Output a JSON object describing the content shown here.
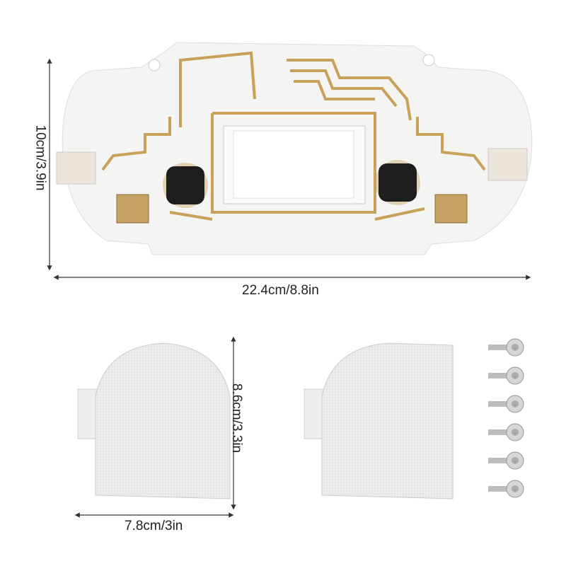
{
  "dimensions": {
    "main_height": "10cm/3.9in",
    "main_width": "22.4cm/8.8in",
    "lens_height": "8.6cm/3.3in",
    "lens_width": "7.8cm/3in"
  },
  "product": {
    "screw_count": 6,
    "lens_count": 2,
    "colors": {
      "housing": "#f4f4f2",
      "copper": "#c8a15a",
      "lens": "#ebeced",
      "socket": "#1e1e1e",
      "screw": "#c9c9c9"
    }
  }
}
